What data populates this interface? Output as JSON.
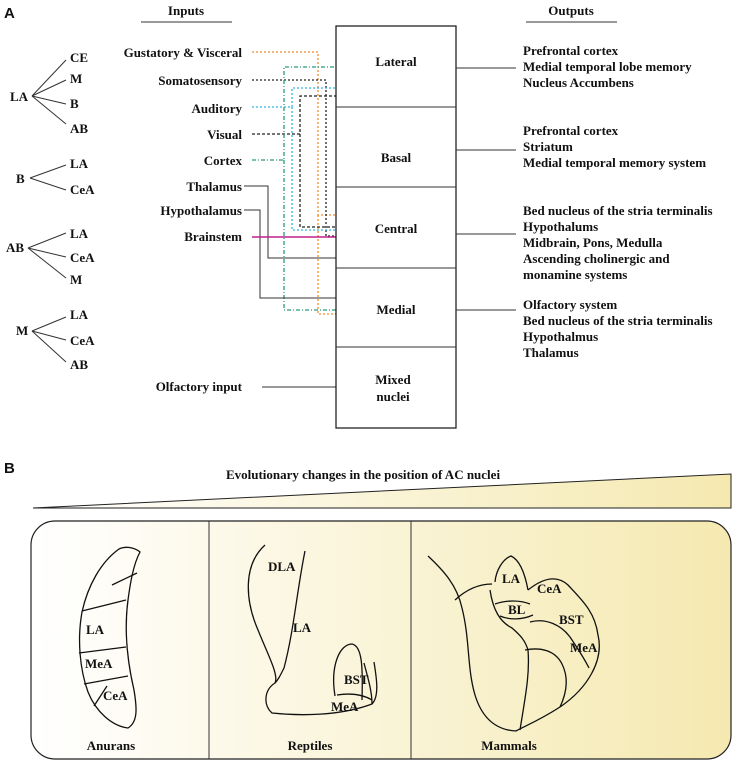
{
  "panel_a": {
    "letter": "A",
    "inputs_header": "Inputs",
    "outputs_header": "Outputs",
    "projections": [
      {
        "source": "LA",
        "targets": [
          "CE",
          "M",
          "B",
          "AB"
        ]
      },
      {
        "source": "B",
        "targets": [
          "LA",
          "CeA"
        ]
      },
      {
        "source": "AB",
        "targets": [
          "LA",
          "CeA",
          "M"
        ]
      },
      {
        "source": "M",
        "targets": [
          "LA",
          "CeA",
          "AB"
        ]
      }
    ],
    "inputs": [
      "Gustatory & Visceral",
      "Somatosensory",
      "Auditory",
      "Visual",
      "Cortex",
      "Thalamus",
      "Hypothalamus",
      "Brainstem",
      "Olfactory input"
    ],
    "nuclei": [
      "Lateral",
      "Basal",
      "Central",
      "Medial",
      "Mixed",
      "nuclei"
    ],
    "outputs": [
      {
        "lines": [
          "Prefrontal cortex",
          "Medial temporal lobe memory",
          "Nucleus Accumbens"
        ]
      },
      {
        "lines": [
          "Prefrontal cortex",
          "Striatum",
          "Medial temporal memory system"
        ]
      },
      {
        "lines": [
          "Bed nucleus of the stria terminalis",
          "Hypothalums",
          "Midbrain, Pons, Medulla",
          "Ascending cholinergic and",
          "monamine systems"
        ]
      },
      {
        "lines": [
          "Olfactory system",
          "Bed nucleus of the stria terminalis",
          "Hypothalmus",
          "Thalamus"
        ]
      }
    ],
    "connector_colors": {
      "gustatory": "#f08a30",
      "somatosensory": "#222222",
      "auditory": "#30b8e0",
      "visual": "#222222",
      "cortex": "#2a9a7a",
      "brainstem": "#c0208a",
      "solid": "#333333"
    }
  },
  "panel_b": {
    "letter": "B",
    "title": "Evolutionary changes in  the position of AC nuclei",
    "gradient_colors": [
      "#ffffff",
      "#f5e9b0"
    ],
    "species": [
      {
        "name": "Anurans",
        "labels": [
          "LA",
          "MeA",
          "CeA"
        ]
      },
      {
        "name": "Reptiles",
        "labels": [
          "DLA",
          "LA",
          "BST",
          "MeA"
        ]
      },
      {
        "name": "Mammals",
        "labels": [
          "LA",
          "CeA",
          "BL",
          "BST",
          "MeA"
        ]
      }
    ]
  }
}
